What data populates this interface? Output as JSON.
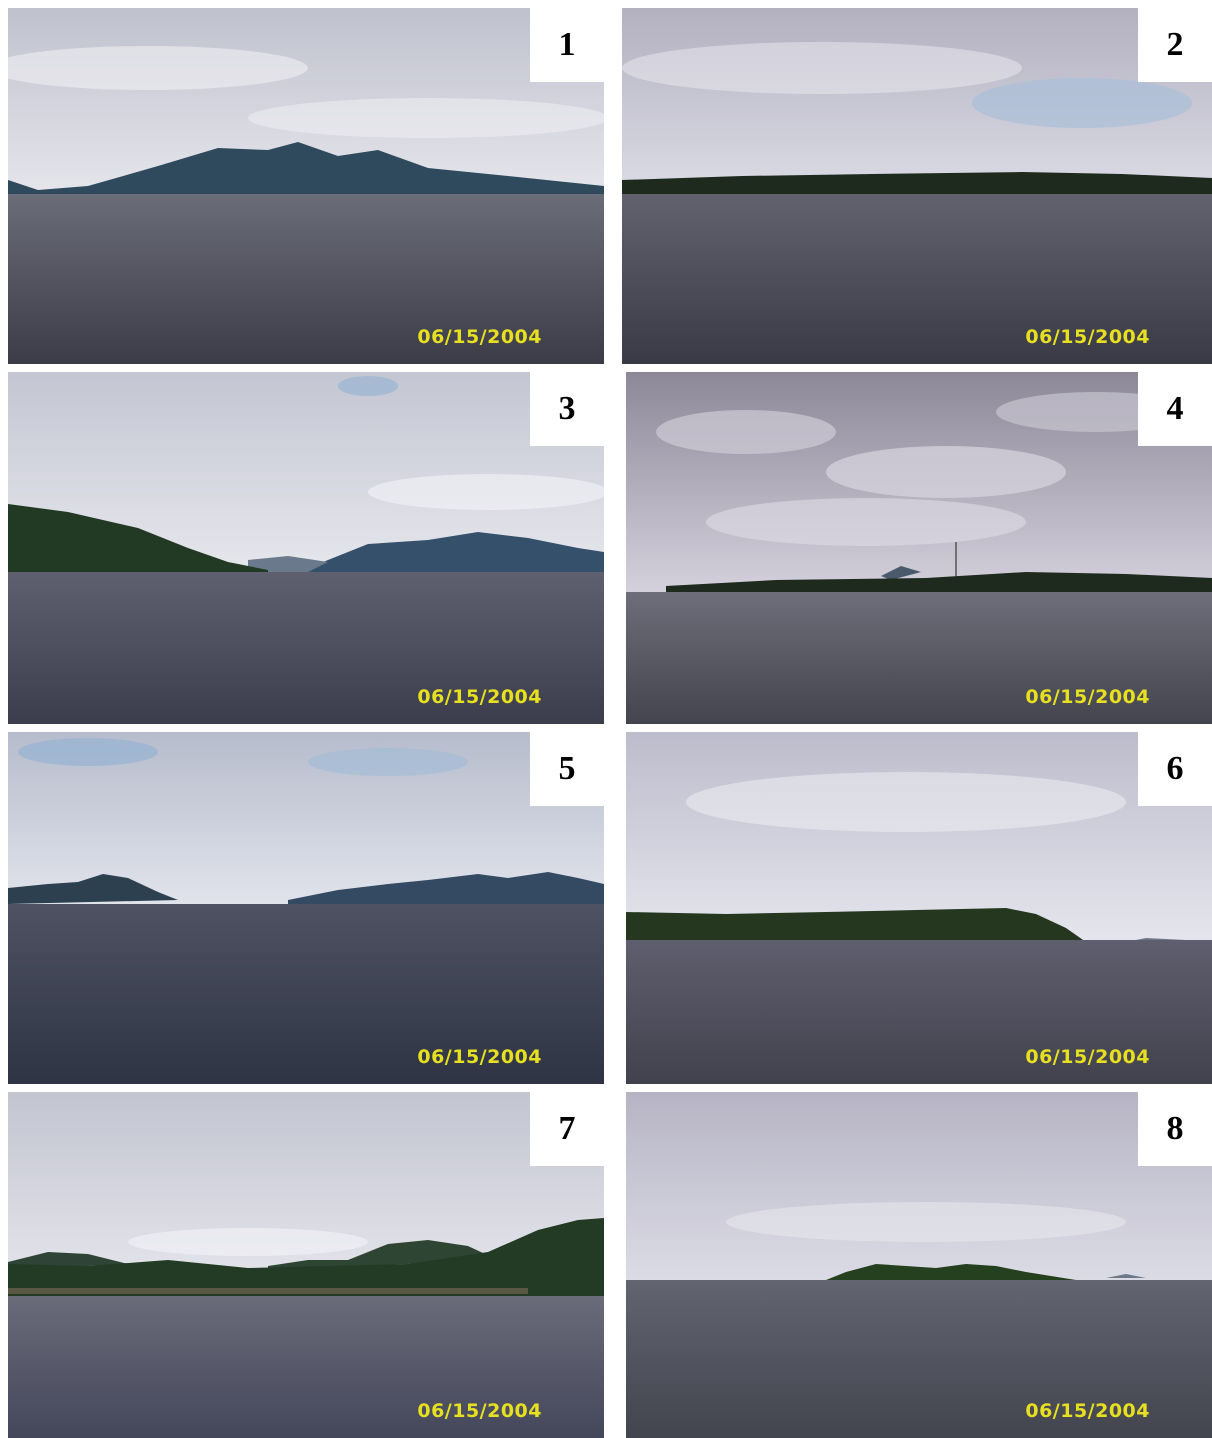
{
  "photos": [
    {
      "number": "1",
      "date": "06/15/2004"
    },
    {
      "number": "2",
      "date": "06/15/2004"
    },
    {
      "number": "3",
      "date": "06/15/2004"
    },
    {
      "number": "4",
      "date": "06/15/2004"
    },
    {
      "number": "5",
      "date": "06/15/2004"
    },
    {
      "number": "6",
      "date": "06/15/2004"
    },
    {
      "number": "7",
      "date": "06/15/2004"
    },
    {
      "number": "8",
      "date": "06/15/2004"
    }
  ],
  "colors": {
    "sky_top": "#9aa2b8",
    "sky_bottom": "#e4e4ec",
    "water": "#4a4c5a",
    "mountain": "#2e4a5c",
    "forest": "#223324",
    "date_stamp": "#e6e020",
    "number_box": "#ffffff"
  }
}
